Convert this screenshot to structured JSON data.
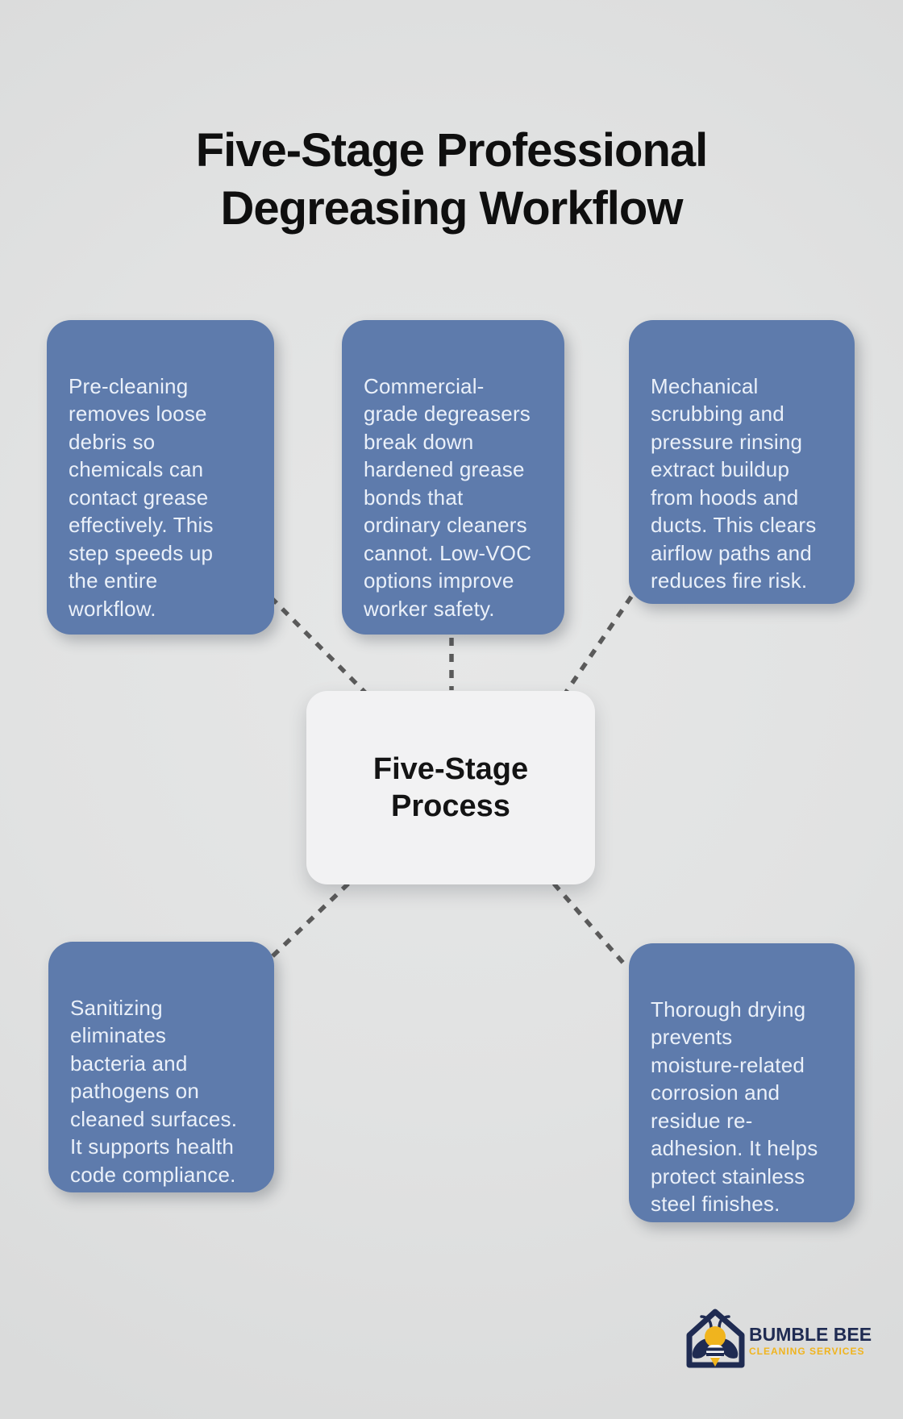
{
  "title": {
    "line1": "Five-Stage Professional",
    "line2": "Degreasing Workflow"
  },
  "center_node": {
    "label": "Five-Stage\nProcess"
  },
  "nodes": [
    {
      "id": "pre-cleaning",
      "text": "Pre-cleaning\nremoves loose\ndebris so\nchemicals can\ncontact grease\neffectively. This\nstep speeds up\nthe entire\nworkflow."
    },
    {
      "id": "degreasers",
      "text": "Commercial-\ngrade degreasers\nbreak down\nhardened grease\nbonds that\nordinary cleaners\ncannot. Low-VOC\noptions improve\nworker safety."
    },
    {
      "id": "scrubbing",
      "text": "Mechanical\nscrubbing and\npressure rinsing\nextract buildup\nfrom hoods and\nducts. This clears\nairflow paths and\nreduces fire risk."
    },
    {
      "id": "sanitizing",
      "text": "Sanitizing\neliminates\nbacteria and\npathogens on\ncleaned surfaces.\nIt supports health\ncode compliance."
    },
    {
      "id": "drying",
      "text": "Thorough drying\nprevents\nmoisture-related\ncorrosion and\nresidue re-\nadhesion. It helps\nprotect stainless\nsteel finishes."
    }
  ],
  "logo": {
    "name": "BUMBLE BEE",
    "tagline": "CLEANING SERVICES"
  },
  "colors": {
    "background": "#e1e2e2",
    "node_fill": "#5e7bac",
    "node_text": "#eaf0f9",
    "center_fill": "#f2f2f3",
    "center_text": "#141414",
    "title_text": "#0f0f0f",
    "connector": "#5a5a5a",
    "logo_navy": "#1f2b52",
    "logo_yellow": "#f0b41e"
  }
}
